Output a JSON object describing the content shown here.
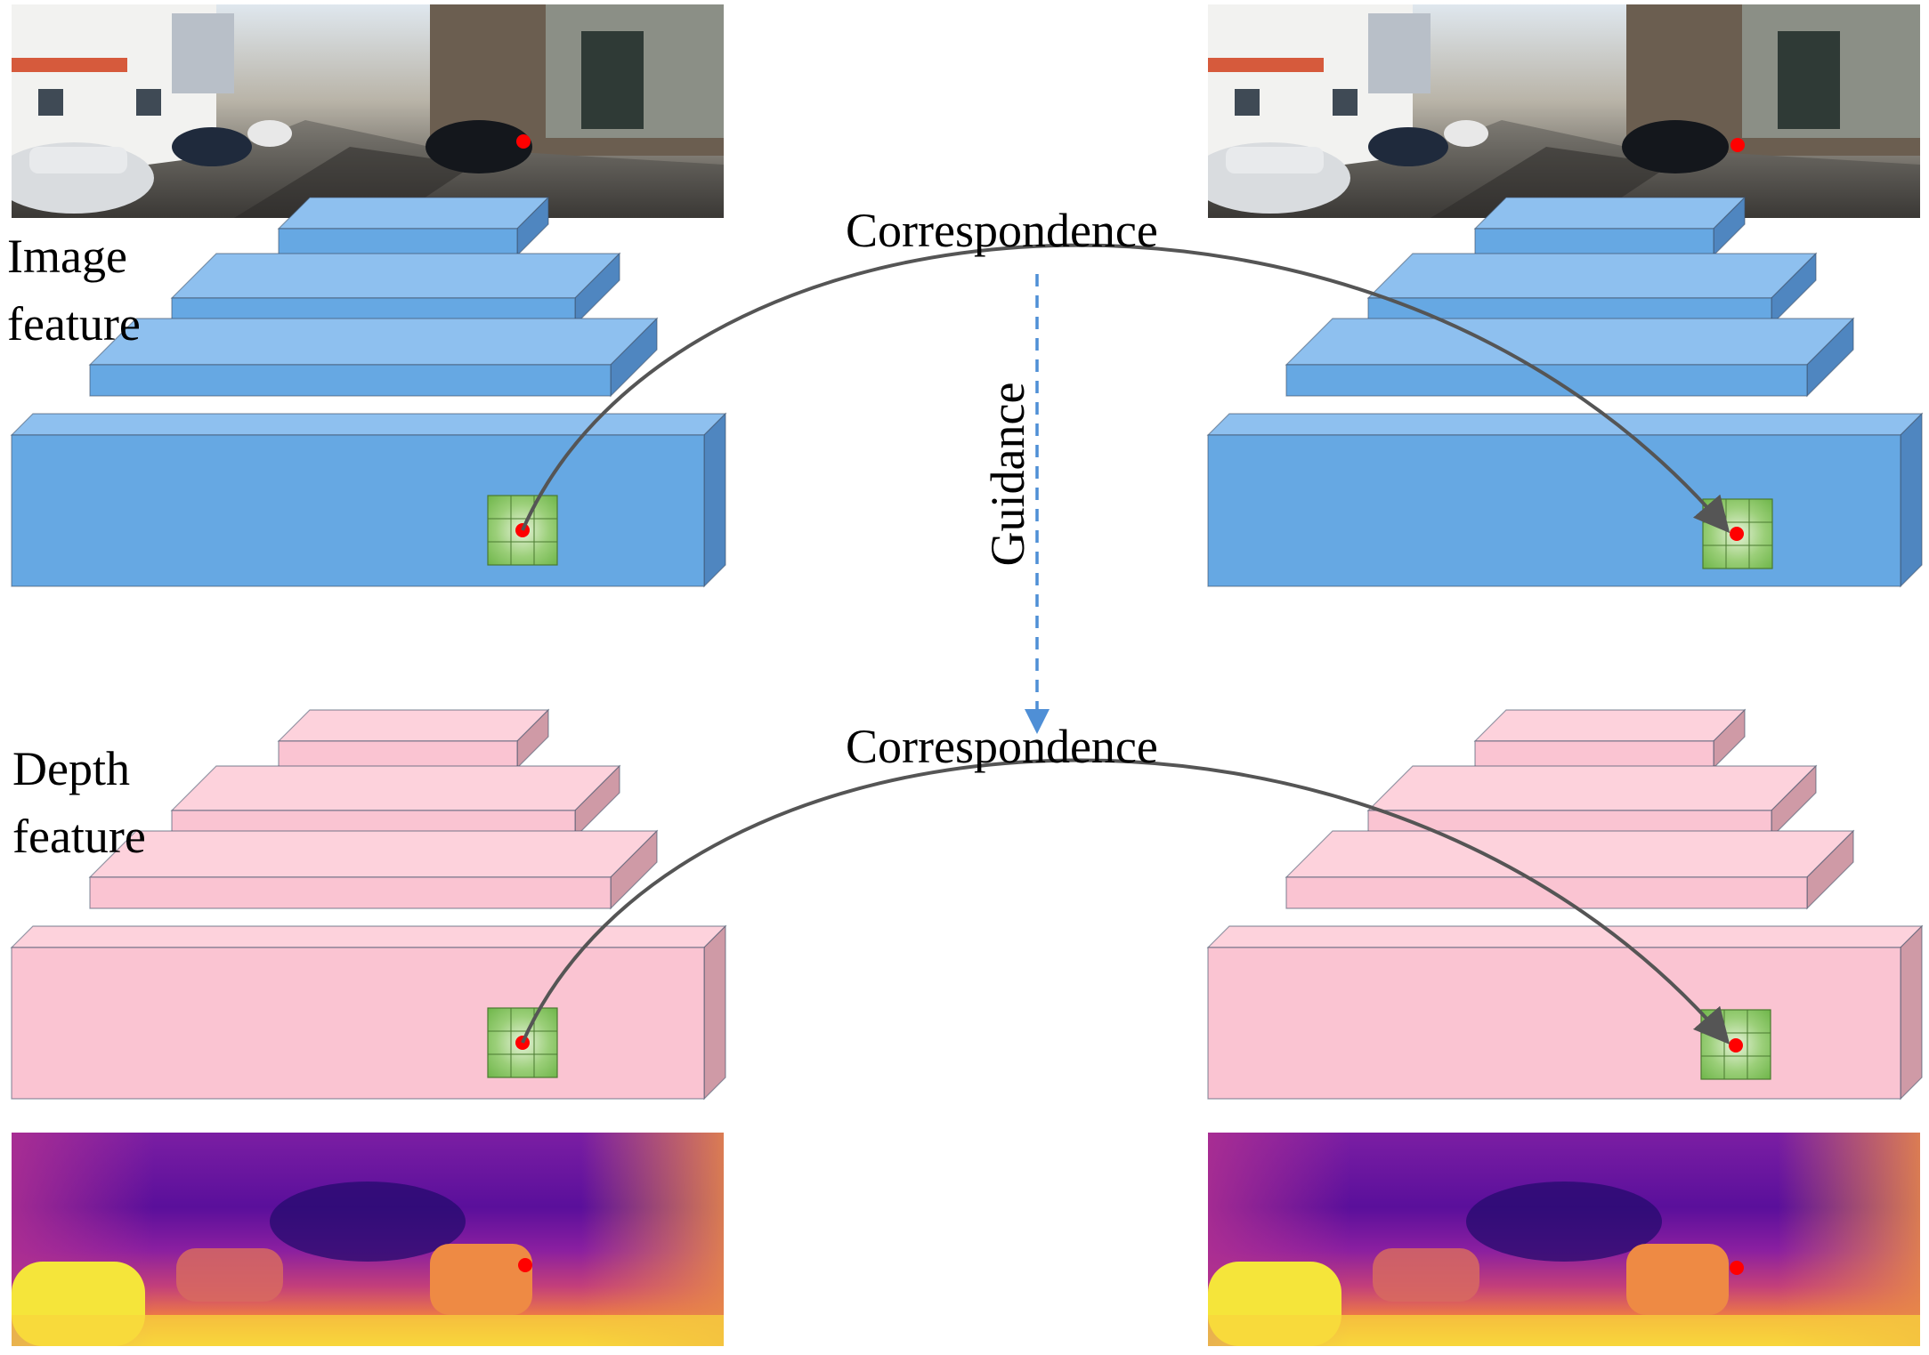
{
  "labels": {
    "image_feature_line1": "Image",
    "image_feature_line2": "feature",
    "depth_feature_line1": "Depth",
    "depth_feature_line2": "feature",
    "correspondence_top": "Correspondence",
    "correspondence_bottom": "Correspondence",
    "guidance": "Guidance"
  },
  "colors": {
    "image_block_front": "#66a8e3",
    "image_block_top": "#8ec0ef",
    "image_block_side": "#4f86c0",
    "depth_block_front": "#fac4d2",
    "depth_block_top": "#fdd2dc",
    "depth_block_side": "#cf9aa6",
    "patch_green": "#7dc05a",
    "keypoint_red": "#ff0000",
    "arrow_gray": "#555555",
    "guidance_blue": "#4f8fd6"
  },
  "icons": {
    "rgb_photo": "street-scene-photo",
    "depth_map": "depth-map-image",
    "patch": "3x3-green-patch-icon",
    "keypoint": "red-dot-icon"
  }
}
